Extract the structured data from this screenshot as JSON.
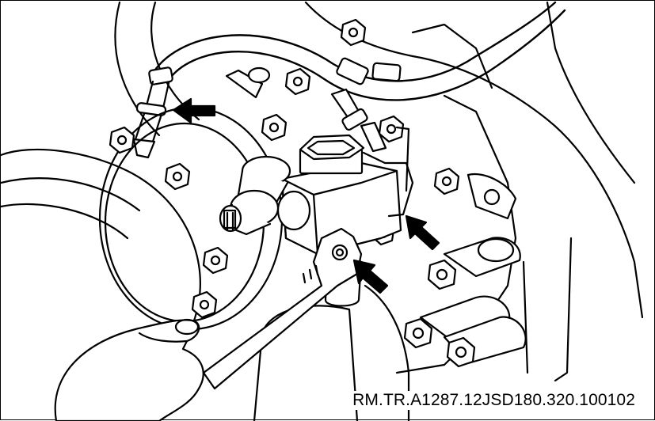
{
  "figure": {
    "reference_code": "RM.TR.A1287.12JSD180.320.100102",
    "line_color": "#000000",
    "background_color": "#ffffff",
    "arrow_count": 3,
    "icons": [
      "pointer-arrow",
      "hex-bolt",
      "spanner-wrench",
      "hand"
    ]
  }
}
